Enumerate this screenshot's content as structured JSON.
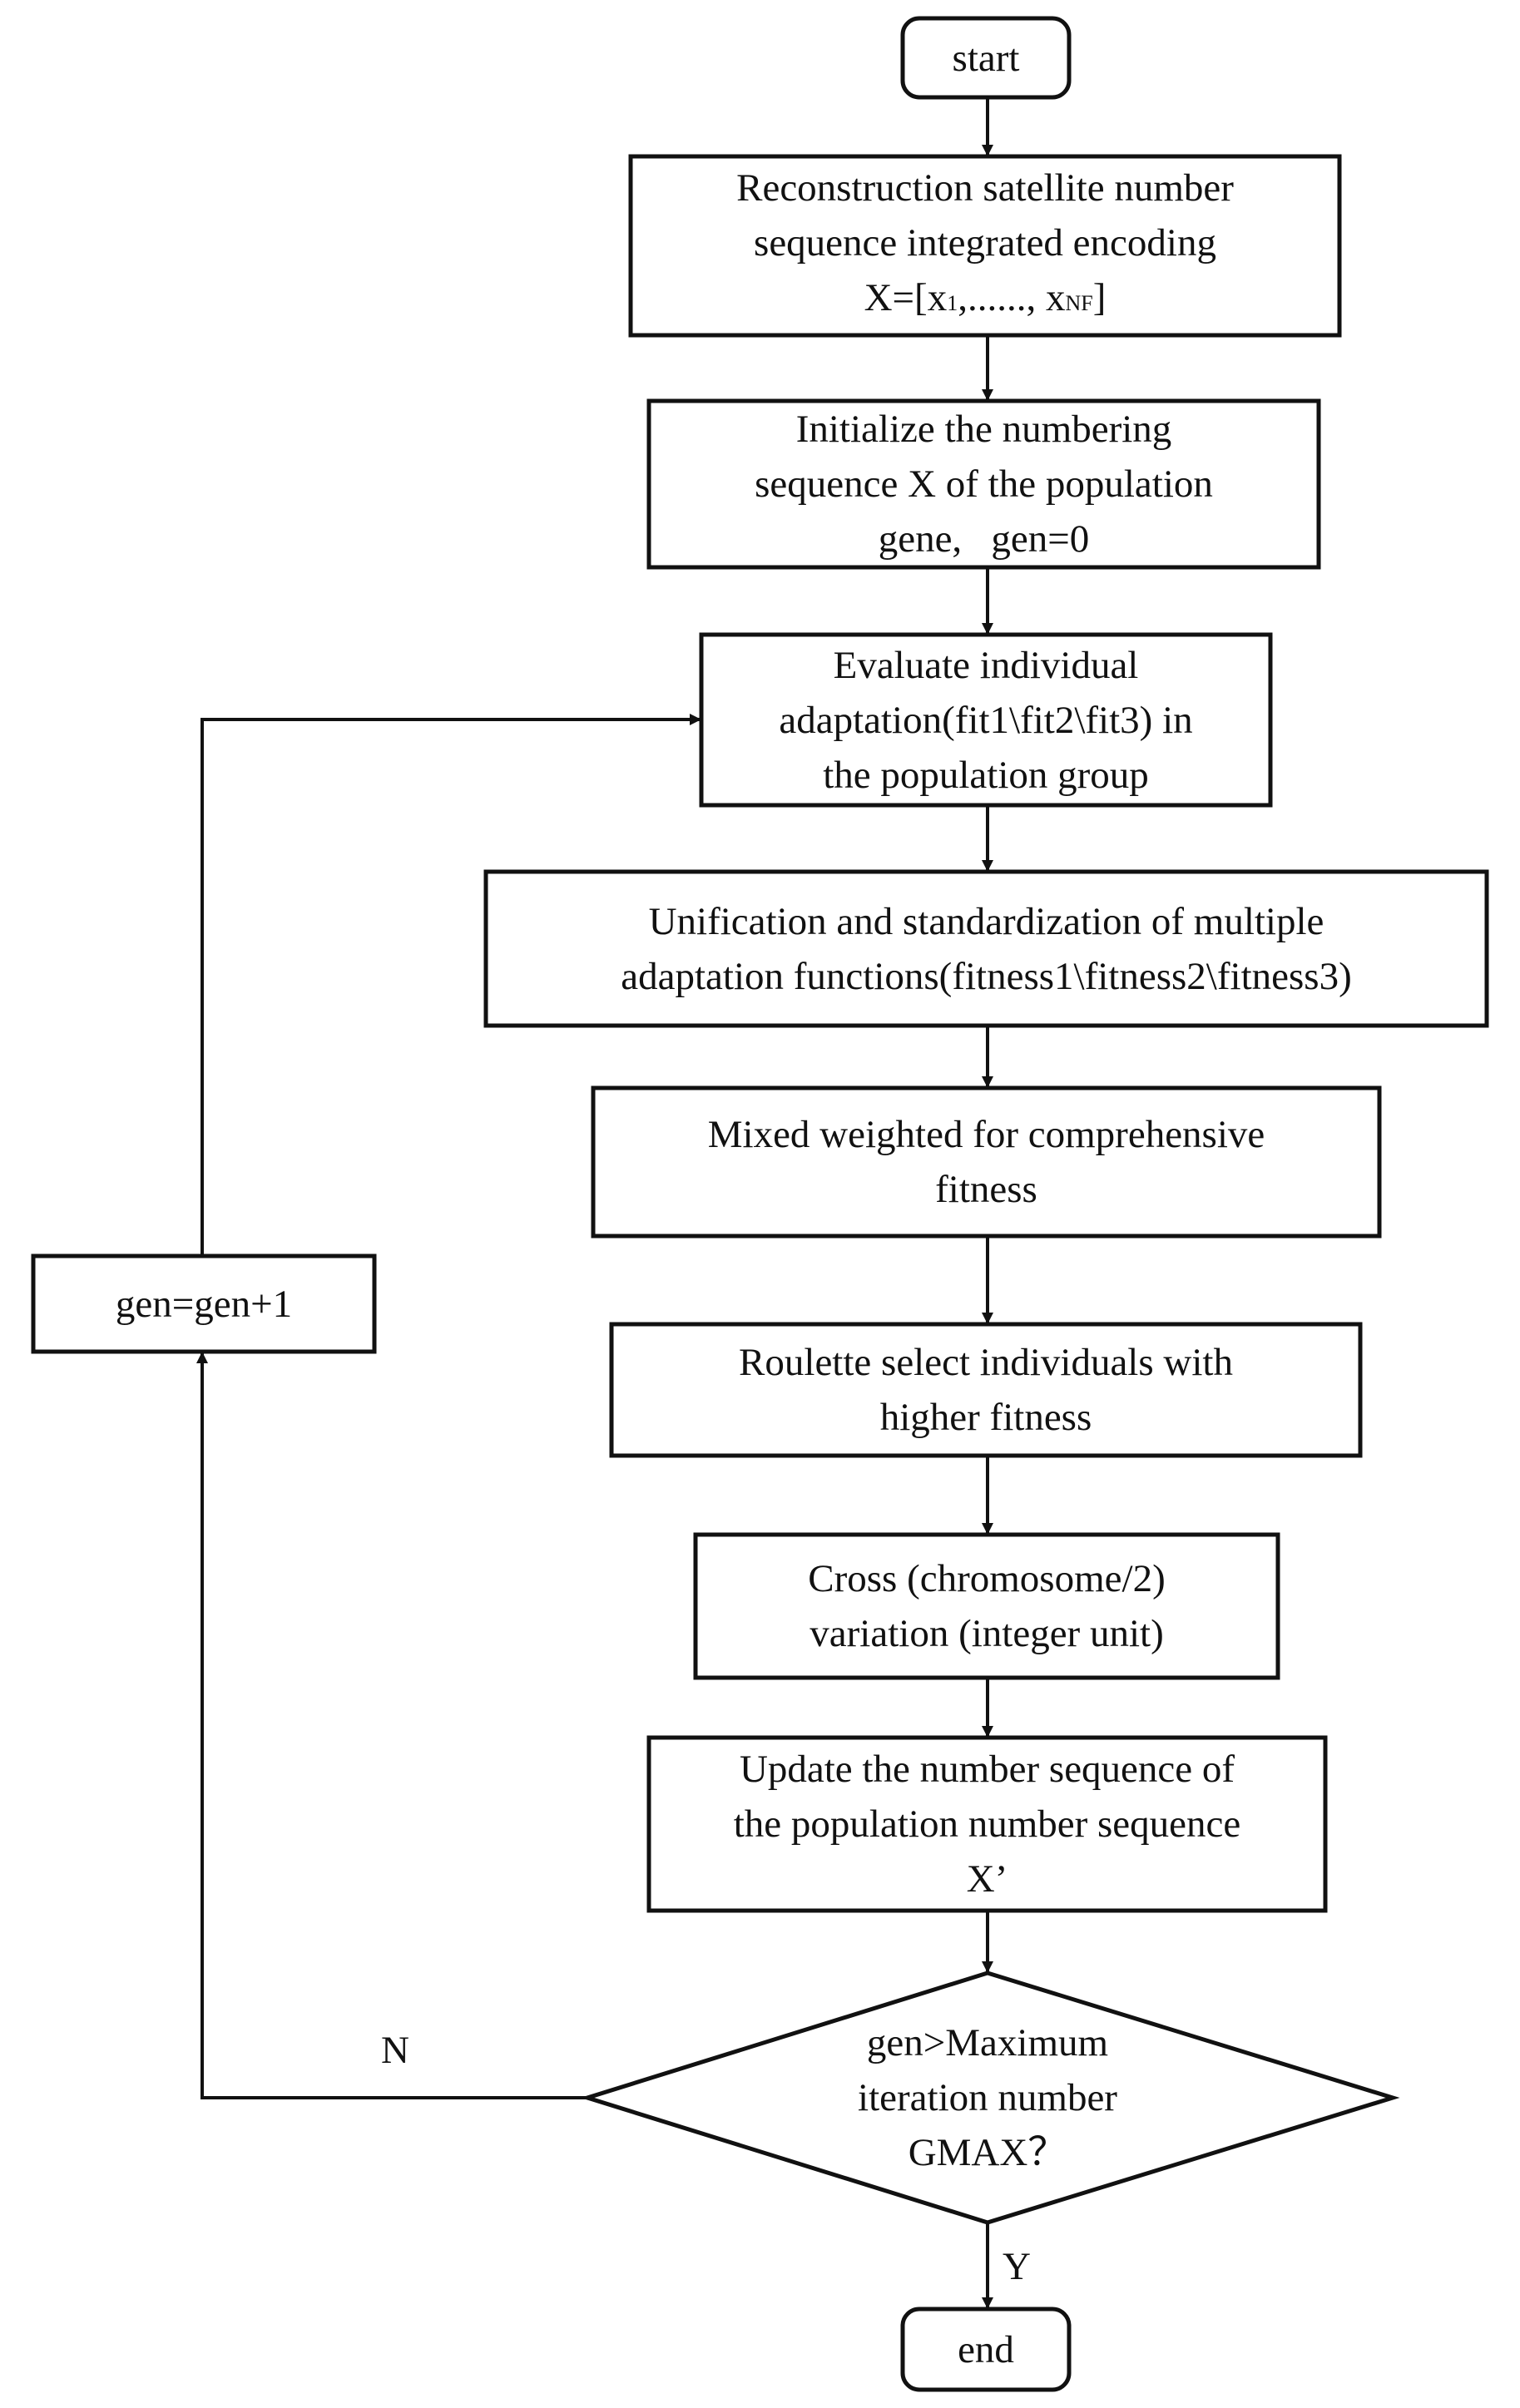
{
  "nodes": {
    "start": {
      "text": "start"
    },
    "encode": {
      "line1": "Reconstruction satellite number",
      "line2": "sequence integrated encoding",
      "line3_prefix": "X=[x",
      "line3_sub1": "1",
      "line3_mid": ",......, x",
      "line3_sub2": "NF",
      "line3_suffix": "]"
    },
    "init": {
      "line1": "Initialize the numbering",
      "line2": "sequence X of the population",
      "line3": "gene,   gen=0"
    },
    "evaluate": {
      "line1": "Evaluate individual",
      "line2": "adaptation(fit1\\fit2\\fit3) in",
      "line3": "the population group"
    },
    "unify": {
      "line1": "Unification and standardization of multiple",
      "line2": "adaptation functions(fitness1\\fitness2\\fitness3)"
    },
    "mixed": {
      "line1": "Mixed weighted for comprehensive",
      "line2": "fitness"
    },
    "roulette": {
      "line1": "Roulette select individuals with",
      "line2": "higher fitness"
    },
    "cross": {
      "line1": "Cross (chromosome/2)",
      "line2": "variation (integer unit)"
    },
    "update": {
      "line1": "Update the number sequence of",
      "line2": "the population number sequence",
      "line3": "X’"
    },
    "decision": {
      "line1": "gen>Maximum",
      "line2": "iteration number",
      "line3": "GMAX？"
    },
    "increment": {
      "text": "gen=gen+1"
    },
    "end": {
      "text": "end"
    }
  },
  "edges": {
    "no_label": "N",
    "yes_label": "Y"
  },
  "colors": {
    "stroke": "#111111",
    "fill": "#ffffff"
  }
}
